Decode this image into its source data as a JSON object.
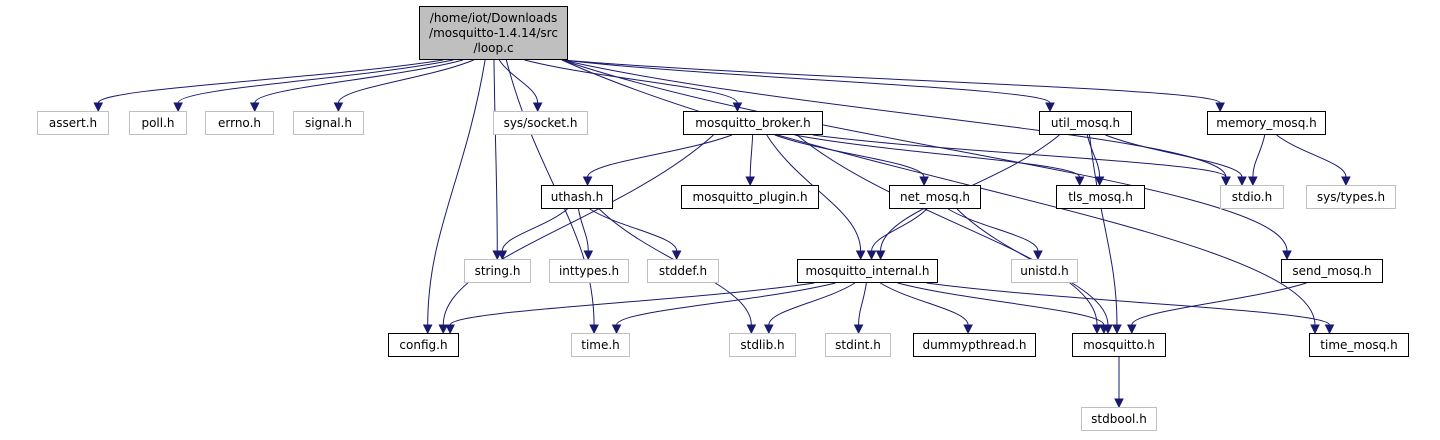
{
  "diagram": {
    "type": "include-dependency-graph",
    "root": {
      "id": "loop_c",
      "lines": [
        "/home/iot/Downloads",
        "/mosquitto-1.4.14/src",
        "/loop.c"
      ]
    },
    "nodes": [
      {
        "id": "assert_h",
        "label": "assert.h",
        "style": "ghost"
      },
      {
        "id": "poll_h",
        "label": "poll.h",
        "style": "ghost"
      },
      {
        "id": "errno_h",
        "label": "errno.h",
        "style": "ghost"
      },
      {
        "id": "signal_h",
        "label": "signal.h",
        "style": "ghost"
      },
      {
        "id": "sys_socket_h",
        "label": "sys/socket.h",
        "style": "ghost"
      },
      {
        "id": "mosquitto_broker_h",
        "label": "mosquitto_broker.h",
        "style": "normal"
      },
      {
        "id": "util_mosq_h",
        "label": "util_mosq.h",
        "style": "normal"
      },
      {
        "id": "memory_mosq_h",
        "label": "memory_mosq.h",
        "style": "normal"
      },
      {
        "id": "uthash_h",
        "label": "uthash.h",
        "style": "normal"
      },
      {
        "id": "mosquitto_plugin_h",
        "label": "mosquitto_plugin.h",
        "style": "normal"
      },
      {
        "id": "net_mosq_h",
        "label": "net_mosq.h",
        "style": "normal"
      },
      {
        "id": "tls_mosq_h",
        "label": "tls_mosq.h",
        "style": "normal"
      },
      {
        "id": "stdio_h",
        "label": "stdio.h",
        "style": "ghost"
      },
      {
        "id": "sys_types_h",
        "label": "sys/types.h",
        "style": "ghost"
      },
      {
        "id": "string_h",
        "label": "string.h",
        "style": "ghost"
      },
      {
        "id": "inttypes_h",
        "label": "inttypes.h",
        "style": "ghost"
      },
      {
        "id": "stddef_h",
        "label": "stddef.h",
        "style": "ghost"
      },
      {
        "id": "mosquitto_internal_h",
        "label": "mosquitto_internal.h",
        "style": "normal"
      },
      {
        "id": "unistd_h",
        "label": "unistd.h",
        "style": "ghost"
      },
      {
        "id": "send_mosq_h",
        "label": "send_mosq.h",
        "style": "normal"
      },
      {
        "id": "config_h",
        "label": "config.h",
        "style": "normal"
      },
      {
        "id": "time_h",
        "label": "time.h",
        "style": "ghost"
      },
      {
        "id": "stdlib_h",
        "label": "stdlib.h",
        "style": "ghost"
      },
      {
        "id": "stdint_h",
        "label": "stdint.h",
        "style": "ghost"
      },
      {
        "id": "dummypthread_h",
        "label": "dummypthread.h",
        "style": "normal"
      },
      {
        "id": "mosquitto_h",
        "label": "mosquitto.h",
        "style": "normal"
      },
      {
        "id": "time_mosq_h",
        "label": "time_mosq.h",
        "style": "normal"
      },
      {
        "id": "stdbool_h",
        "label": "stdbool.h",
        "style": "ghost"
      }
    ],
    "edges": [
      [
        "loop_c",
        "assert_h"
      ],
      [
        "loop_c",
        "poll_h"
      ],
      [
        "loop_c",
        "errno_h"
      ],
      [
        "loop_c",
        "signal_h"
      ],
      [
        "loop_c",
        "sys_socket_h"
      ],
      [
        "loop_c",
        "mosquitto_broker_h"
      ],
      [
        "loop_c",
        "util_mosq_h"
      ],
      [
        "loop_c",
        "memory_mosq_h"
      ],
      [
        "loop_c",
        "stdio_h"
      ],
      [
        "loop_c",
        "string_h"
      ],
      [
        "loop_c",
        "config_h"
      ],
      [
        "loop_c",
        "time_h"
      ],
      [
        "loop_c",
        "send_mosq_h"
      ],
      [
        "loop_c",
        "time_mosq_h"
      ],
      [
        "mosquitto_broker_h",
        "uthash_h"
      ],
      [
        "mosquitto_broker_h",
        "mosquitto_plugin_h"
      ],
      [
        "mosquitto_broker_h",
        "net_mosq_h"
      ],
      [
        "mosquitto_broker_h",
        "tls_mosq_h"
      ],
      [
        "mosquitto_broker_h",
        "stdio_h"
      ],
      [
        "mosquitto_broker_h",
        "config_h"
      ],
      [
        "mosquitto_broker_h",
        "mosquitto_internal_h"
      ],
      [
        "mosquitto_broker_h",
        "mosquitto_h"
      ],
      [
        "util_mosq_h",
        "tls_mosq_h"
      ],
      [
        "util_mosq_h",
        "stdio_h"
      ],
      [
        "util_mosq_h",
        "mosquitto_internal_h"
      ],
      [
        "util_mosq_h",
        "mosquitto_h"
      ],
      [
        "memory_mosq_h",
        "stdio_h"
      ],
      [
        "memory_mosq_h",
        "sys_types_h"
      ],
      [
        "uthash_h",
        "string_h"
      ],
      [
        "uthash_h",
        "inttypes_h"
      ],
      [
        "uthash_h",
        "stddef_h"
      ],
      [
        "uthash_h",
        "stdlib_h"
      ],
      [
        "net_mosq_h",
        "unistd_h"
      ],
      [
        "net_mosq_h",
        "mosquitto_internal_h"
      ],
      [
        "net_mosq_h",
        "mosquitto_h"
      ],
      [
        "mosquitto_internal_h",
        "config_h"
      ],
      [
        "mosquitto_internal_h",
        "time_h"
      ],
      [
        "mosquitto_internal_h",
        "stdlib_h"
      ],
      [
        "mosquitto_internal_h",
        "stdint_h"
      ],
      [
        "mosquitto_internal_h",
        "dummypthread_h"
      ],
      [
        "mosquitto_internal_h",
        "mosquitto_h"
      ],
      [
        "mosquitto_internal_h",
        "time_mosq_h"
      ],
      [
        "send_mosq_h",
        "mosquitto_h"
      ],
      [
        "mosquitto_h",
        "stdbool_h"
      ]
    ],
    "colors": {
      "edge": "#191970",
      "root_fill": "#bfbfbf",
      "node_border": "#000000",
      "ghost_border": "#bfbfbf"
    }
  }
}
